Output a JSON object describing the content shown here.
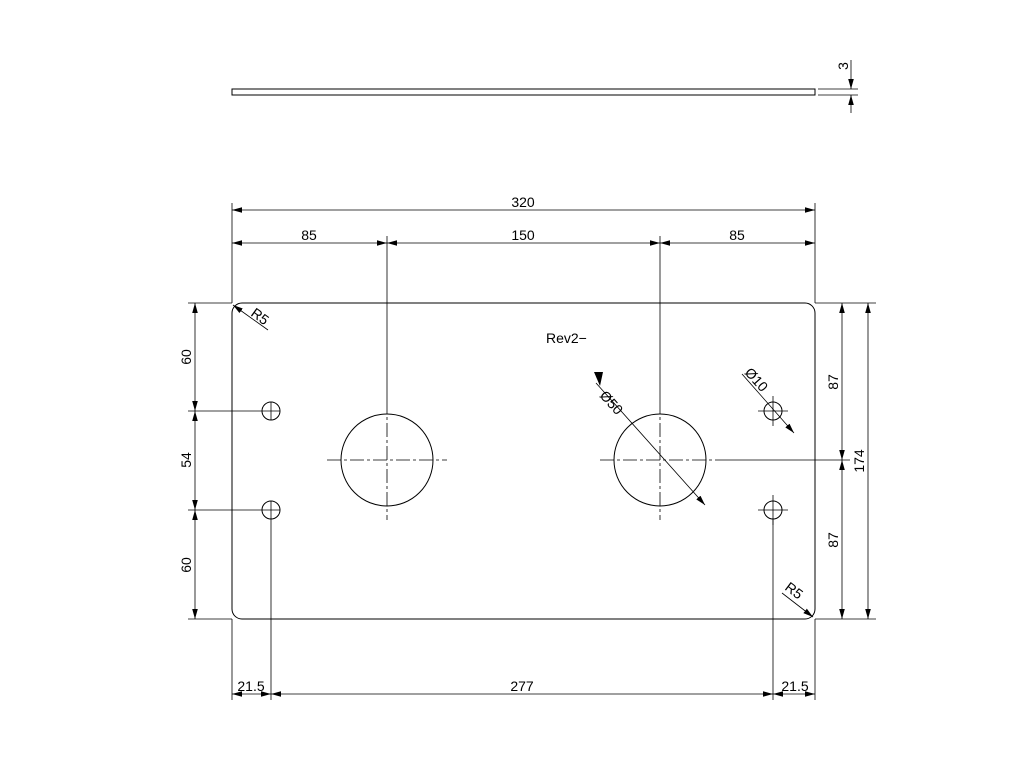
{
  "dimensions": {
    "thickness": "3",
    "overall_width": "320",
    "left_offset": "85",
    "center_spacing": "150",
    "right_offset": "85",
    "vert_top": "60",
    "vert_mid": "54",
    "vert_bottom": "60",
    "right_upper": "87",
    "right_lower": "87",
    "overall_height": "174",
    "edge_left": "21.5",
    "hole_span": "277",
    "edge_right": "21.5"
  },
  "callouts": {
    "radius_top": "R5",
    "radius_bottom": "R5",
    "large_hole": "Ø50",
    "small_hole": "Ø10",
    "revision": "Rev2−"
  }
}
